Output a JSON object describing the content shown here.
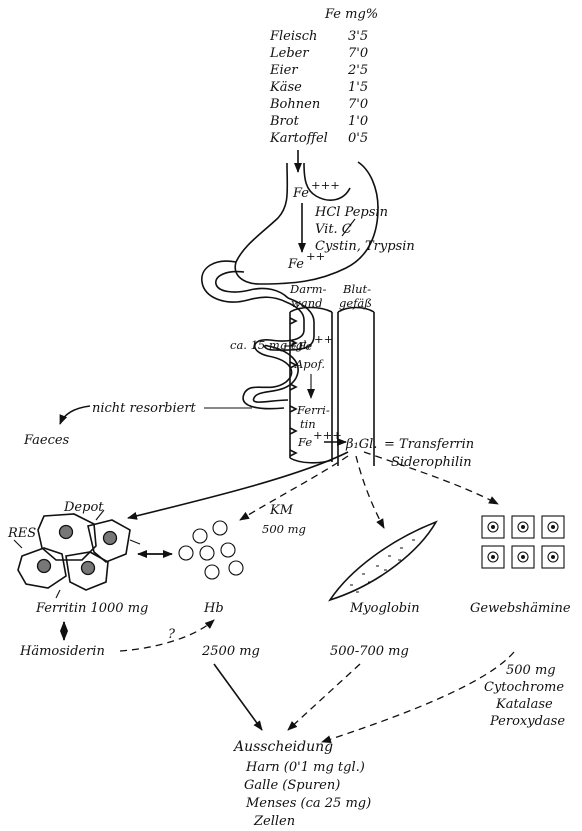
{
  "food_table": {
    "header": "Fe mg%",
    "rows": [
      {
        "food": "Fleisch",
        "value": "3'5"
      },
      {
        "food": "Leber",
        "value": "7'0"
      },
      {
        "food": "Eier",
        "value": "2'5"
      },
      {
        "food": "Käse",
        "value": "1'5"
      },
      {
        "food": "Bohnen",
        "value": "7'0"
      },
      {
        "food": "Brot",
        "value": "1'0"
      },
      {
        "food": "Kartoffel",
        "value": "0'5"
      }
    ]
  },
  "stomach": {
    "fe3": "Fe",
    "fe3_charge": "+++",
    "agents_1": "HCl Pepsin",
    "agents_2": "Vit. C",
    "agents_3": "Cystin, Trypsin",
    "fe2": "Fe",
    "fe2_charge": "++"
  },
  "intestine": {
    "wall_label_1": "Darm-",
    "wall_label_2": "wand",
    "vessel_label_1": "Blut-",
    "vessel_label_2": "gefäß",
    "uptake": "ca. 15 mg tgl.",
    "wall_fe": "Fe",
    "wall_fe_charge": "++",
    "wall_apof": "Apof.",
    "wall_ferritin_1": "Ferri-",
    "wall_ferritin_2": "tin",
    "wall_fe3": "Fe",
    "wall_fe3_charge": "+++",
    "not_absorbed": "nicht resorbiert",
    "faeces": "Faeces",
    "globulin": "β₁Gl.",
    "transferrin": "= Transferrin",
    "siderophilin": "Siderophilin"
  },
  "targets": {
    "depot": "Depot",
    "res": "RES",
    "km": "KM",
    "km_amount": "500 mg",
    "ferritin": "Ferritin 1000 mg",
    "hb": "Hb",
    "myoglobin": "Myoglobin",
    "gewebshaemine": "Gewebshämine",
    "haemosiderin": "Hämosiderin",
    "question": "?",
    "hb_amount": "2500 mg",
    "myo_amount": "500-700 mg",
    "tissue_amount": "500 mg",
    "tissue_1": "Cytochrome",
    "tissue_2": "Katalase",
    "tissue_3": "Peroxydase"
  },
  "excretion": {
    "title": "Ausscheidung",
    "items": [
      "Harn (0'1 mg tgl.)",
      "Galle (Spuren)",
      "Menses (ca 25 mg)",
      "Zellen"
    ]
  }
}
